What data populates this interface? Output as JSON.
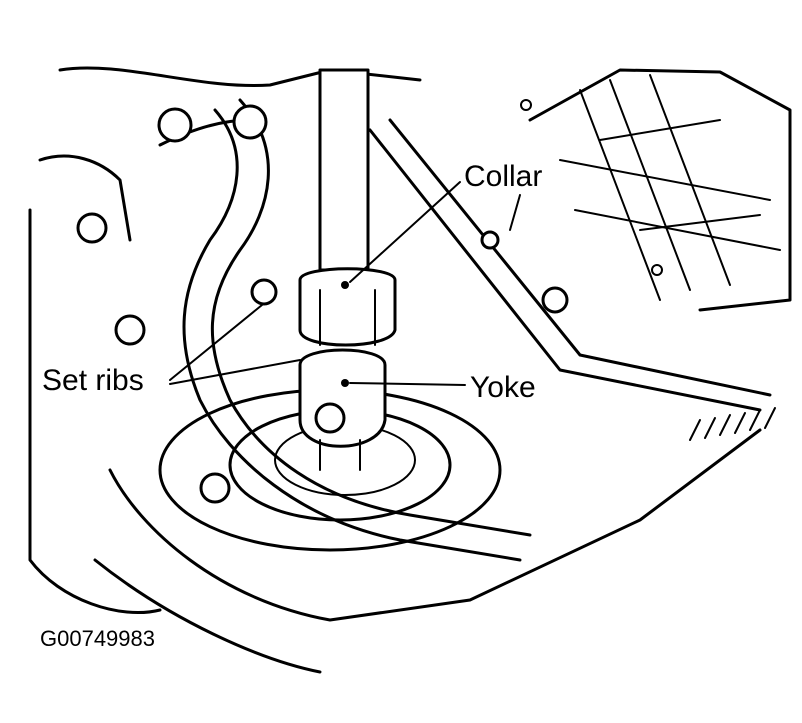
{
  "figure": {
    "labels": {
      "collar": "Collar",
      "set_ribs": "Set ribs",
      "yoke": "Yoke"
    },
    "code": "G00749983"
  },
  "colors": {
    "line": "#000000",
    "background": "#ffffff"
  }
}
